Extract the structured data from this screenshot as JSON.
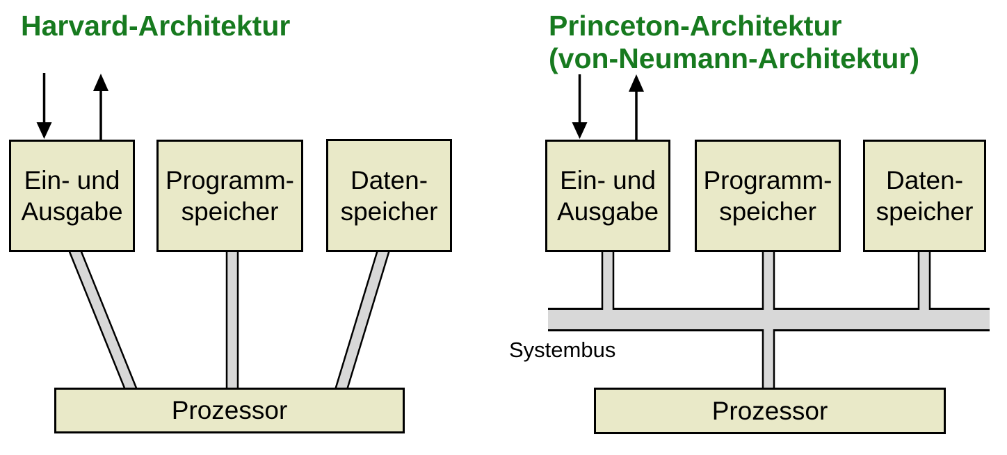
{
  "colors": {
    "title_green": "#177a1f",
    "box_fill": "#e9e9c8",
    "box_border": "#000000",
    "connector_fill": "#d8d8d8",
    "connector_stroke": "#000000",
    "text_color": "#000000"
  },
  "left_diagram": {
    "title": "Harvard-Architektur",
    "io_box": {
      "line1": "Ein- und",
      "line2": "Ausgabe"
    },
    "program_box": {
      "line1": "Programm-",
      "line2": "speicher"
    },
    "data_box": {
      "line1": "Daten-",
      "line2": "speicher"
    },
    "processor_label": "Prozessor"
  },
  "right_diagram": {
    "title_line1": "Princeton-Architektur",
    "title_line2": "(von-Neumann-Architektur)",
    "io_box": {
      "line1": "Ein- und",
      "line2": "Ausgabe"
    },
    "program_box": {
      "line1": "Programm-",
      "line2": "speicher"
    },
    "data_box": {
      "line1": "Daten-",
      "line2": "speicher"
    },
    "bus_label": "Systembus",
    "processor_label": "Prozessor"
  },
  "icons": {
    "input_arrow": "arrow-down",
    "output_arrow": "arrow-up"
  }
}
